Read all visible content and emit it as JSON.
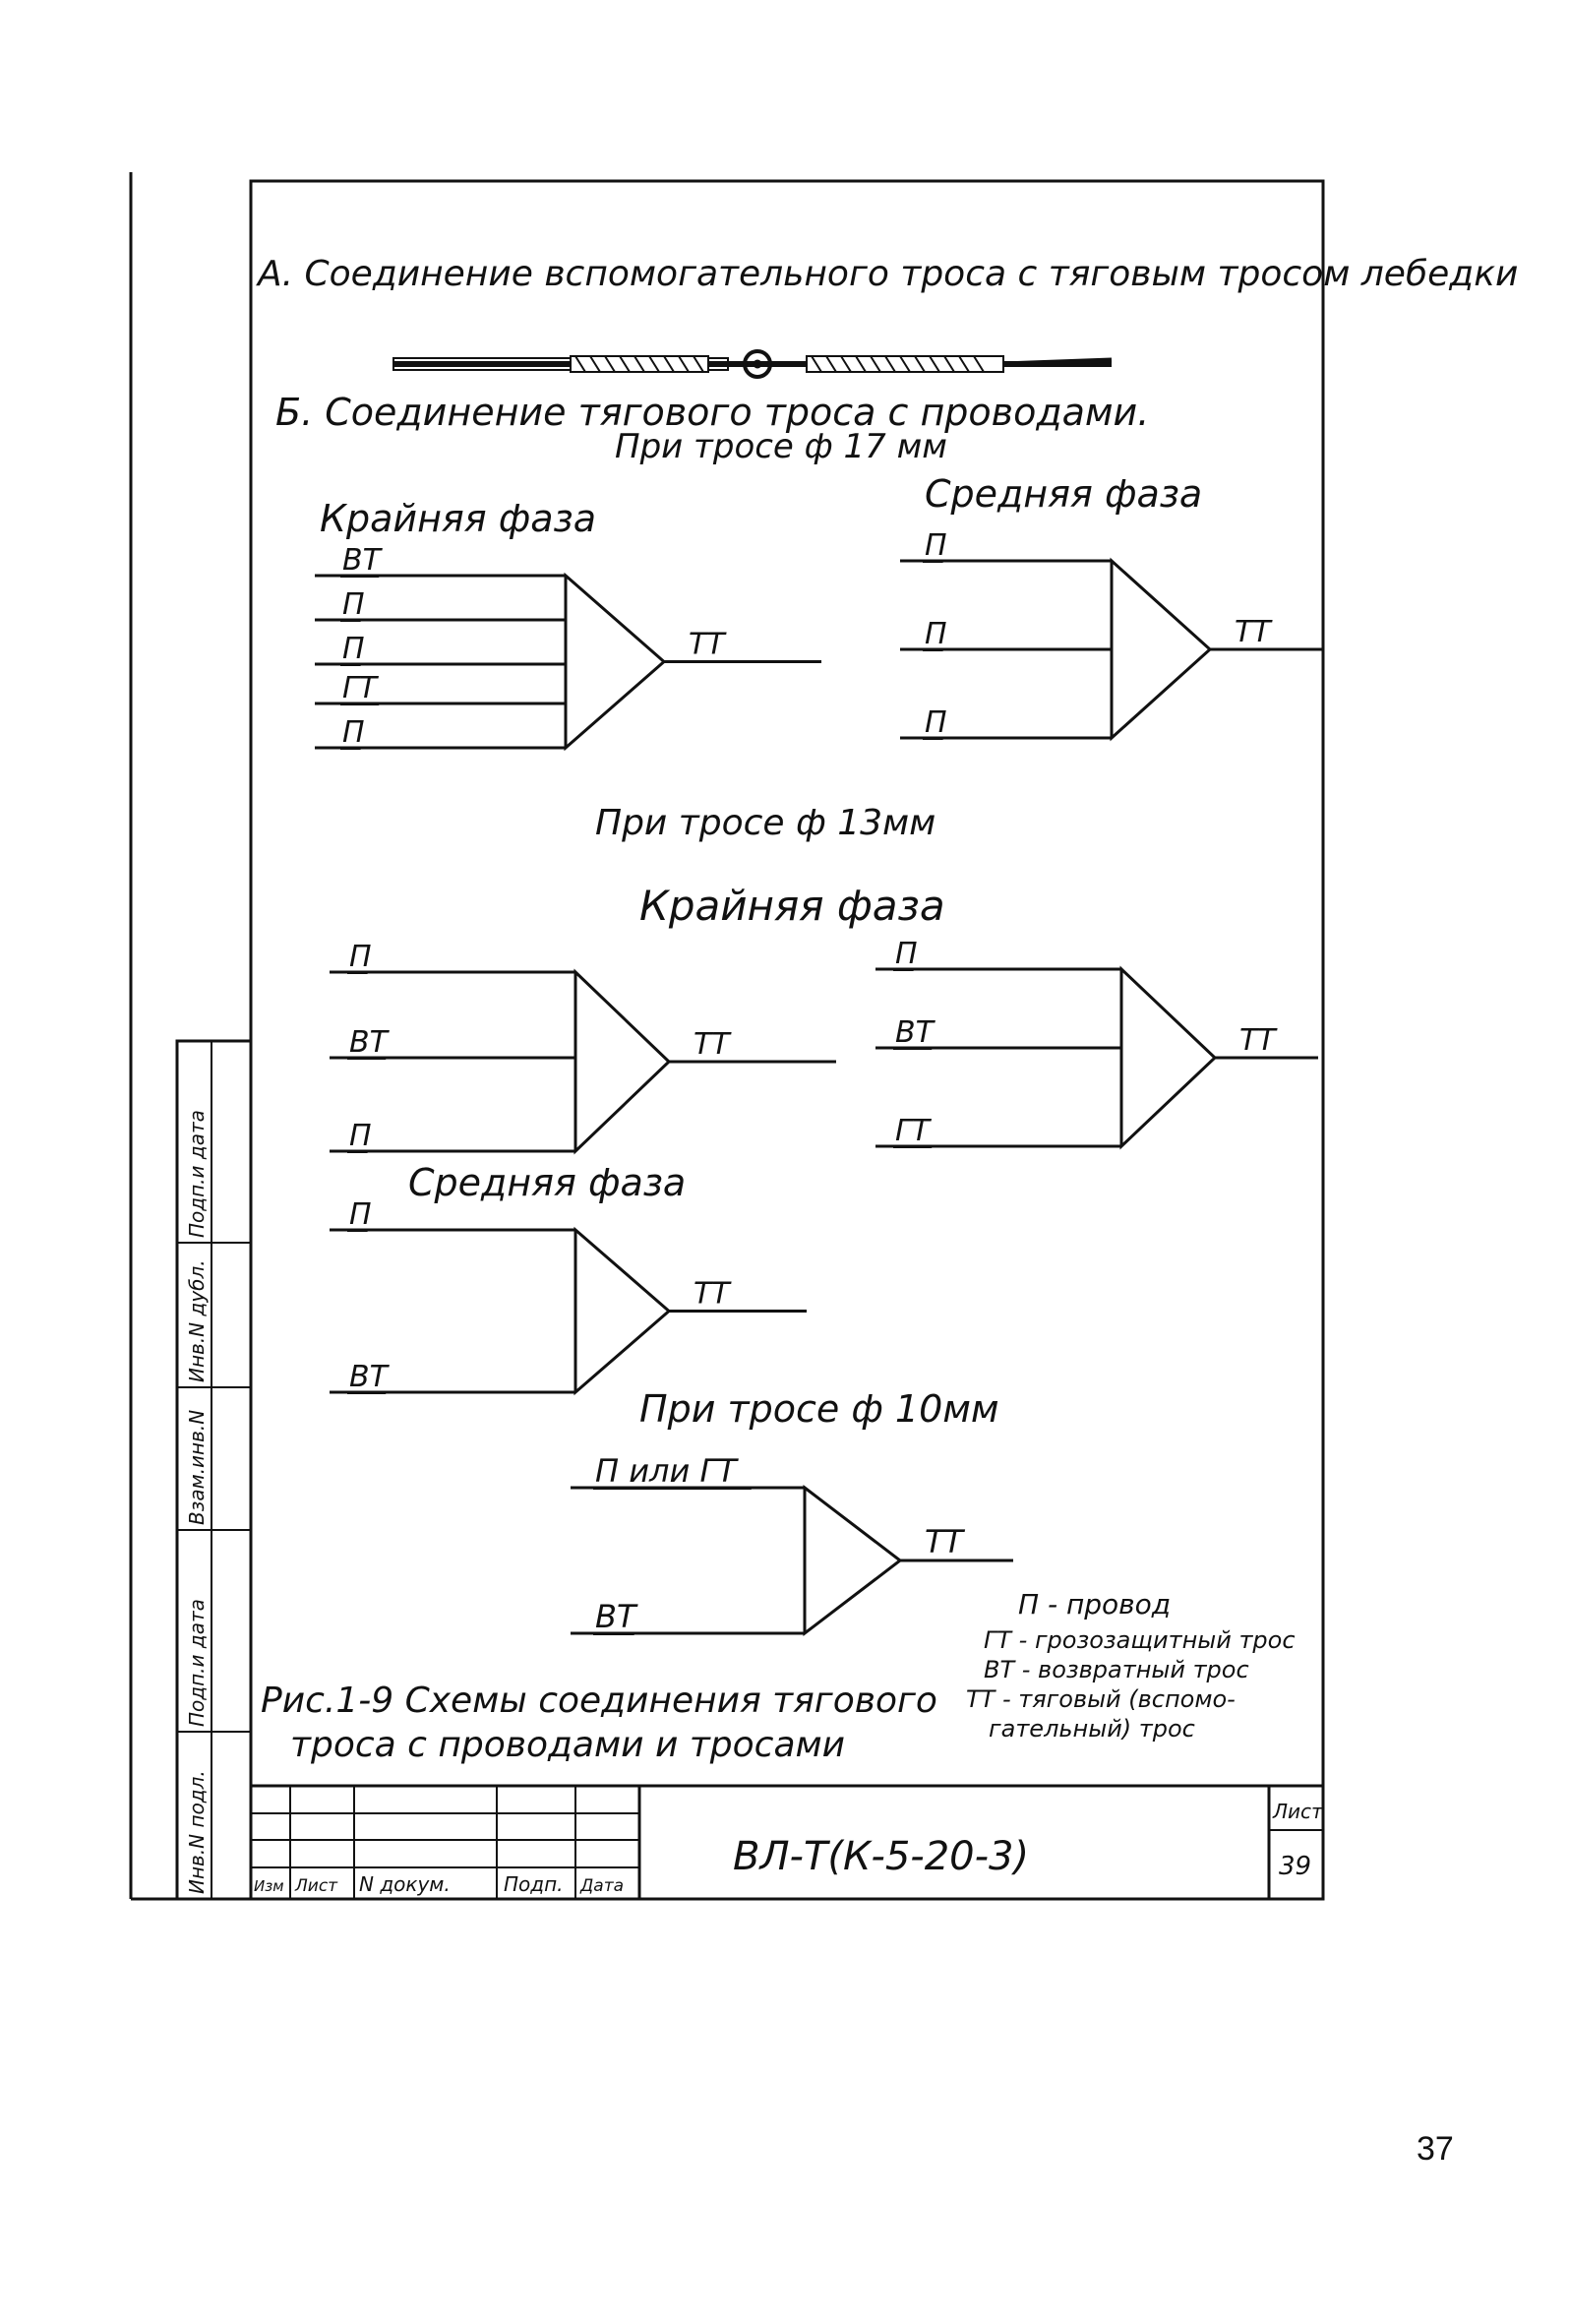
{
  "heading_a": "А. Соединение вспомогательного троса с тяговым тросом лебедки",
  "heading_b": "Б. Соединение тягового троса с проводами.",
  "cable_17": "При тросе ф 17 мм",
  "cable_13": "При тросе ф 13мм",
  "cable_10": "При тросе ф 10мм",
  "outer_phase": "Крайняя фаза",
  "middle_phase": "Средняя фаза",
  "output_label": "ТТ",
  "diagrams": {
    "d17_outer": [
      "ВТ",
      "П",
      "П",
      "ГТ",
      "П"
    ],
    "d17_middle": [
      "П",
      "П",
      "П"
    ],
    "d13_outer_a": [
      "П",
      "ВТ",
      "П"
    ],
    "d13_outer_b": [
      "П",
      "ВТ",
      "ГТ"
    ],
    "d13_middle": [
      "П",
      "ВТ"
    ],
    "d10": [
      "П или ГТ",
      "ВТ"
    ]
  },
  "legend": [
    "П - провод",
    "ГТ - грозозащитный трос",
    "ВТ - возвратный трос",
    "ТТ - тяговый (вспомо-",
    "гательный) трос"
  ],
  "caption_line1": "Рис.1-9  Схемы соединения тягового",
  "caption_line2": "троса с проводами и тросами",
  "doc_code": "ВЛ-Т(К-5-20-3)",
  "sheet_label": "Лист",
  "sheet_number": "39",
  "stamp_headers": [
    "Изм",
    "Лист",
    "N докум.",
    "Подп.",
    "Дата"
  ],
  "side_stamp": [
    "Инв.N подл.",
    "Подп.и дата",
    "Взам.инв.N",
    "Инв.N дубл.",
    "Подп.и дата"
  ],
  "page_number": "37"
}
